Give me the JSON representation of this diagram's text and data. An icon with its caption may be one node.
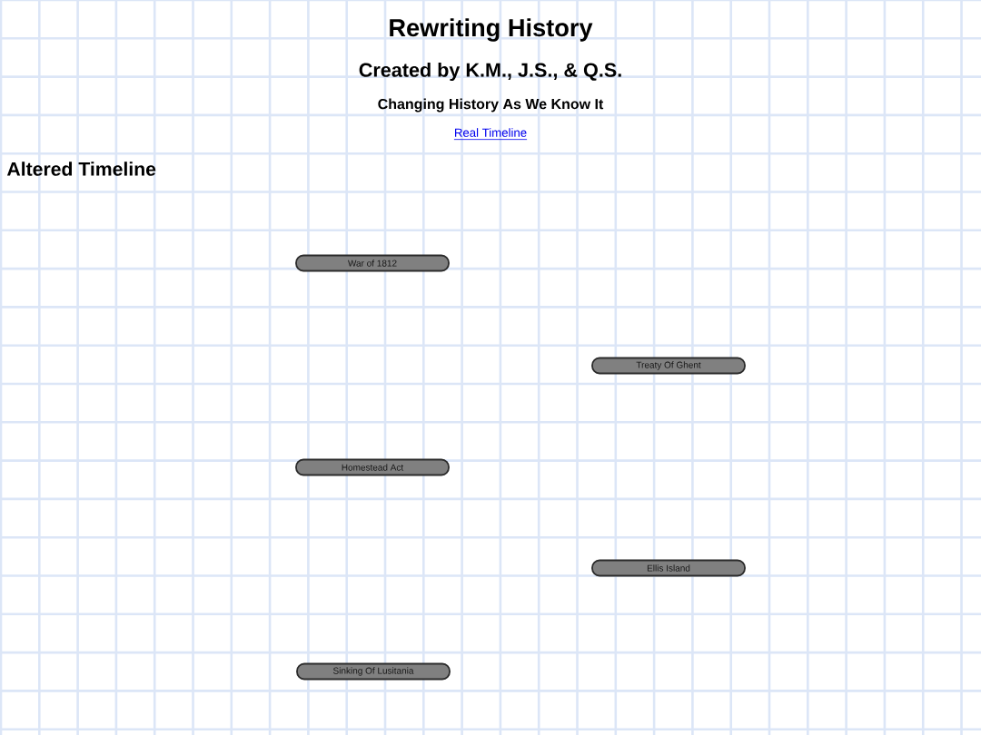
{
  "diagram": {
    "title": "Rewriting History",
    "nodes": [
      {
        "text": [
          "War of 1812"
        ]
      },
      {
        "text": [
          "Treaty Of Ghent"
        ]
      },
      {
        "text": [
          "Homestead Act"
        ]
      },
      {
        "text": [
          "Ellis Island"
        ]
      },
      {
        "text": [
          "Sinking Of Lusitania"
        ]
      }
    ],
    "labels": [
      "Created by K.M., J.S., & Q.S.",
      "Changing History As We Know It",
      "Real Timeline",
      "Altered Timeline"
    ]
  }
}
